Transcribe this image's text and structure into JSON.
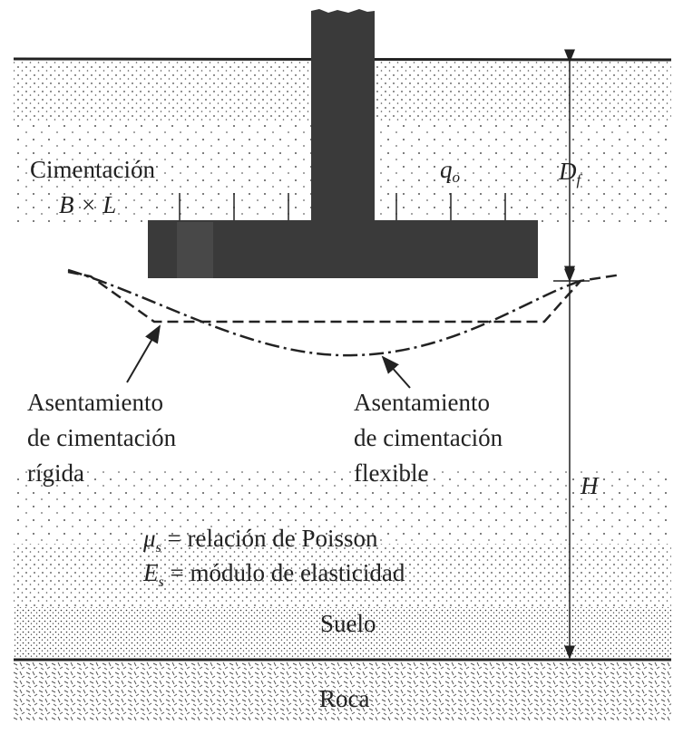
{
  "labels": {
    "foundation": "Cimentación",
    "foundation_dims": "B × L",
    "load": "q",
    "load_sub": "o",
    "depth": "D",
    "depth_sub": "f",
    "rigid_1": "Asentamiento",
    "rigid_2": "de cimentación",
    "rigid_3": "rígida",
    "flex_1": "Asentamiento",
    "flex_2": "de cimentación",
    "flex_3": "flexible",
    "thickness": "H",
    "poisson_sym": "μ",
    "poisson_sub": "s",
    "poisson_text": " = relación de Poisson",
    "modulus_sym": "E",
    "modulus_sub": "s",
    "modulus_text": " = módulo de elasticidad",
    "soil": "Suelo",
    "rock": "Roca"
  },
  "colors": {
    "ink": "#222222",
    "footing": "#3a3a3a"
  }
}
